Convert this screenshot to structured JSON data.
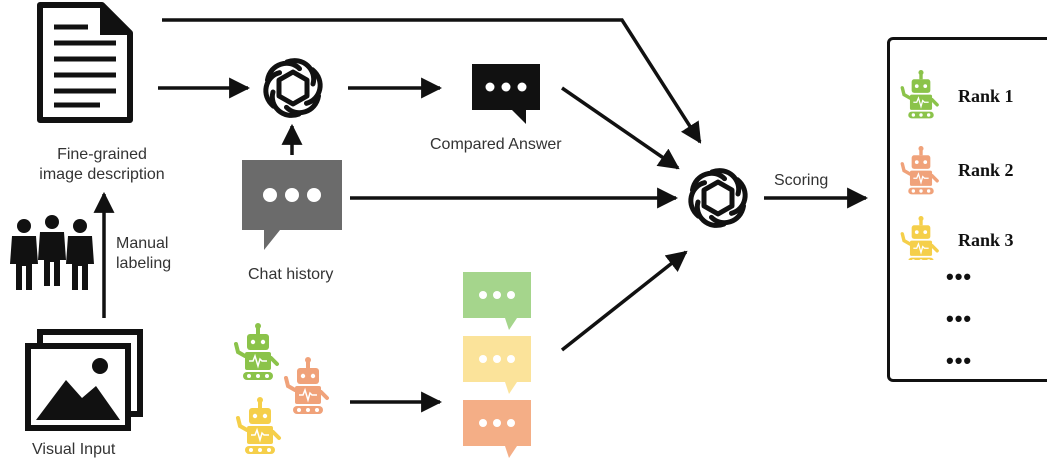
{
  "labels": {
    "description_line1": "Fine-grained",
    "description_line2": "image description",
    "manual_line1": "Manual",
    "manual_line2": "labeling",
    "visual_input": "Visual Input",
    "chat_history": "Chat history",
    "compared_answer": "Compared Answer",
    "scoring": "Scoring"
  },
  "ranks": [
    "Rank 1",
    "Rank 2",
    "Rank 3"
  ],
  "ellipses": [
    "•••",
    "•••",
    "•••"
  ],
  "colors": {
    "green": "#8bc34a",
    "orange": "#f0a27a",
    "yellow": "#f5cf4a",
    "gray": "#6b6b6b",
    "black": "#111111",
    "bubble_green": "#a5d58c",
    "bubble_yellow": "#fbe39a",
    "bubble_orange": "#f4ae86"
  },
  "icons": [
    "document-icon",
    "openai-logo-icon",
    "chat-bubble-icon",
    "people-icon",
    "image-icon",
    "robot-icon",
    "arrow-icon"
  ]
}
